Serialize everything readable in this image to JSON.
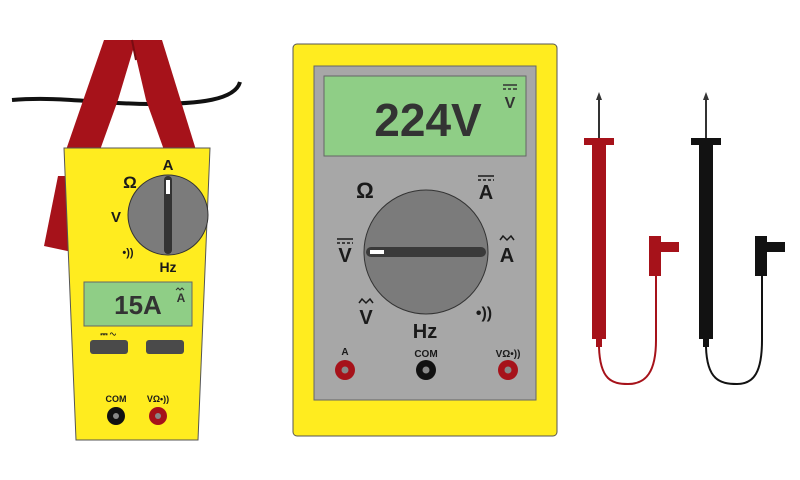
{
  "colors": {
    "yellow": "#ffec1f",
    "gray_panel": "#a7a7a7",
    "lcd": "#8fce86",
    "knob": "#7b7b7b",
    "probe_red": "#a6121a",
    "probe_black": "#121212"
  },
  "clamp_meter": {
    "reading": "15A",
    "reading_mode": "A",
    "dial": {
      "top": "A",
      "left_upper": "Ω",
      "left_mid": "V",
      "left_low": "•))",
      "bottom": "Hz"
    },
    "button_left_label": "⎓ ∿",
    "jacks": {
      "com": "COM",
      "vohm": "VΩ•))"
    }
  },
  "multimeter": {
    "reading": "224V",
    "reading_mode": "V",
    "dial": {
      "ohm": "Ω",
      "a_dc": "A",
      "v_dc": "V",
      "a_ac": "A",
      "v_ac": "V",
      "continuity": "•))",
      "hz": "Hz"
    },
    "jacks": {
      "a": "A",
      "com": "COM",
      "vohm": "VΩ•))"
    }
  }
}
